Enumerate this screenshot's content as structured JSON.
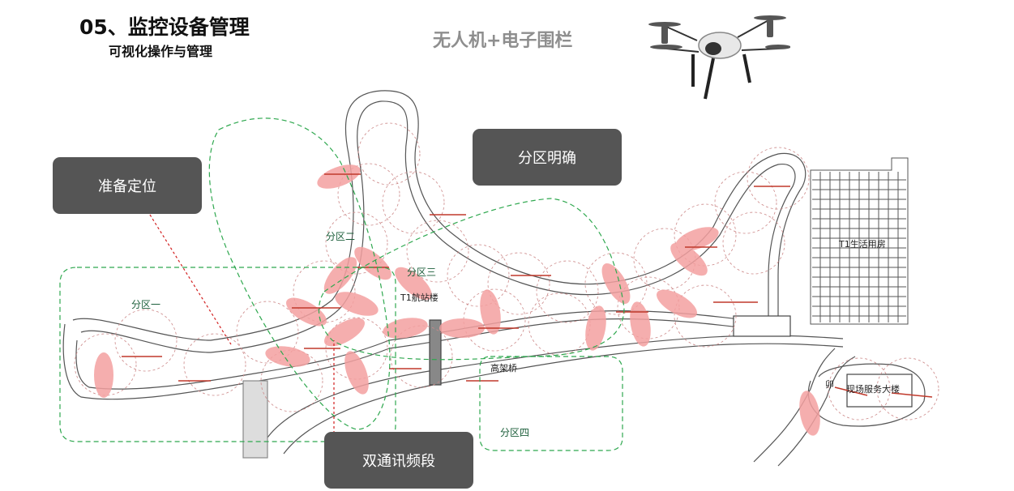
{
  "header": {
    "title": "05、监控设备管理",
    "subtitle": "可视化操作与管理",
    "heading": "无人机+电子围栏"
  },
  "callouts": {
    "prepare_position": "准备定位",
    "clear_zones": "分区明确",
    "dual_band": "双通讯频段"
  },
  "zones": {
    "zone1": "分区一",
    "zone2": "分区二",
    "zone3": "分区三",
    "zone4": "分区四"
  },
  "map_labels": {
    "station": "T1航站楼",
    "bridge": "高架桥",
    "dormitory": "T1生活用房",
    "service_building": "现场服务大楼",
    "small_mark": "卯"
  },
  "colors": {
    "zone_line": "#2fa84f",
    "sector_fill": "#f4a0a0",
    "callout_bg": "#555555",
    "pointer_line": "#d22020"
  },
  "icons": {
    "drone": "drone-icon"
  }
}
